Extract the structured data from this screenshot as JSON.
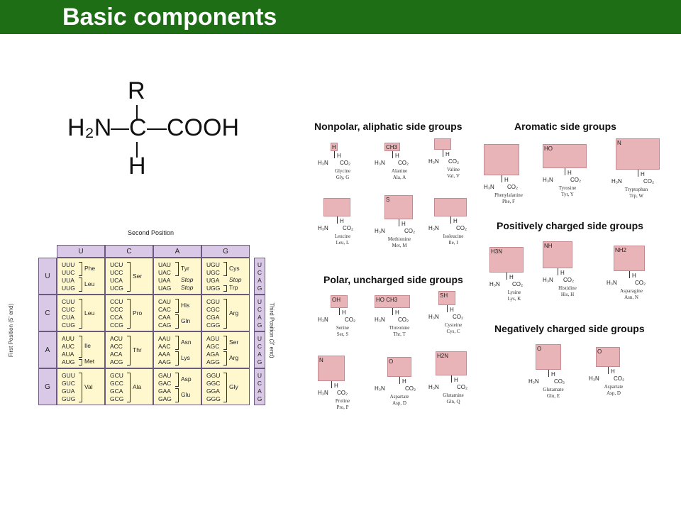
{
  "header": {
    "title": "Basic components"
  },
  "generic_structure": {
    "R": "R",
    "H2N": "H₂N",
    "C": "C",
    "COOH": "COOH",
    "H": "H"
  },
  "codon_table": {
    "second_position_label": "Second Position",
    "first_position_label": "First Position (5' end)",
    "third_position_label": "Third Position (3' end)",
    "columns": [
      "U",
      "C",
      "A",
      "G"
    ],
    "rows": [
      {
        "base": "U",
        "cells": [
          {
            "codons": [
              "UUU",
              "UUC",
              "UUA",
              "UUG"
            ],
            "aa": [
              {
                "label": "Phe",
                "span": [
                  0,
                  1
                ]
              },
              {
                "label": "Leu",
                "span": [
                  2,
                  3
                ]
              }
            ]
          },
          {
            "codons": [
              "UCU",
              "UCC",
              "UCA",
              "UCG"
            ],
            "aa": [
              {
                "label": "Ser",
                "span": [
                  0,
                  3
                ]
              }
            ]
          },
          {
            "codons": [
              "UAU",
              "UAC",
              "UAA",
              "UAG"
            ],
            "aa": [
              {
                "label": "Tyr",
                "span": [
                  0,
                  1
                ]
              },
              {
                "label": "Stop",
                "span": [
                  2,
                  2
                ]
              },
              {
                "label": "Stop",
                "span": [
                  3,
                  3
                ]
              }
            ]
          },
          {
            "codons": [
              "UGU",
              "UGC",
              "UGA",
              "UGG"
            ],
            "aa": [
              {
                "label": "Cys",
                "span": [
                  0,
                  1
                ]
              },
              {
                "label": "Stop",
                "span": [
                  2,
                  2
                ]
              },
              {
                "label": "Trp",
                "span": [
                  3,
                  3
                ]
              }
            ]
          }
        ]
      },
      {
        "base": "C",
        "cells": [
          {
            "codons": [
              "CUU",
              "CUC",
              "CUA",
              "CUG"
            ],
            "aa": [
              {
                "label": "Leu",
                "span": [
                  0,
                  3
                ]
              }
            ]
          },
          {
            "codons": [
              "CCU",
              "CCC",
              "CCA",
              "CCG"
            ],
            "aa": [
              {
                "label": "Pro",
                "span": [
                  0,
                  3
                ]
              }
            ]
          },
          {
            "codons": [
              "CAU",
              "CAC",
              "CAA",
              "CAG"
            ],
            "aa": [
              {
                "label": "His",
                "span": [
                  0,
                  1
                ]
              },
              {
                "label": "Gln",
                "span": [
                  2,
                  3
                ]
              }
            ]
          },
          {
            "codons": [
              "CGU",
              "CGC",
              "CGA",
              "CGG"
            ],
            "aa": [
              {
                "label": "Arg",
                "span": [
                  0,
                  3
                ]
              }
            ]
          }
        ]
      },
      {
        "base": "A",
        "cells": [
          {
            "codons": [
              "AUU",
              "AUC",
              "AUA",
              "AUG"
            ],
            "aa": [
              {
                "label": "Ile",
                "span": [
                  0,
                  2
                ]
              },
              {
                "label": "Met",
                "span": [
                  3,
                  3
                ]
              }
            ]
          },
          {
            "codons": [
              "ACU",
              "ACC",
              "ACA",
              "ACG"
            ],
            "aa": [
              {
                "label": "Thr",
                "span": [
                  0,
                  3
                ]
              }
            ]
          },
          {
            "codons": [
              "AAU",
              "AAC",
              "AAA",
              "AAG"
            ],
            "aa": [
              {
                "label": "Asn",
                "span": [
                  0,
                  1
                ]
              },
              {
                "label": "Lys",
                "span": [
                  2,
                  3
                ]
              }
            ]
          },
          {
            "codons": [
              "AGU",
              "AGC",
              "AGA",
              "AGG"
            ],
            "aa": [
              {
                "label": "Ser",
                "span": [
                  0,
                  1
                ]
              },
              {
                "label": "Arg",
                "span": [
                  2,
                  3
                ]
              }
            ]
          }
        ]
      },
      {
        "base": "G",
        "cells": [
          {
            "codons": [
              "GUU",
              "GUC",
              "GUA",
              "GUG"
            ],
            "aa": [
              {
                "label": "Val",
                "span": [
                  0,
                  3
                ]
              }
            ]
          },
          {
            "codons": [
              "GCU",
              "GCC",
              "GCA",
              "GCG"
            ],
            "aa": [
              {
                "label": "Ala",
                "span": [
                  0,
                  3
                ]
              }
            ]
          },
          {
            "codons": [
              "GAU",
              "GAC",
              "GAA",
              "GAG"
            ],
            "aa": [
              {
                "label": "Asp",
                "span": [
                  0,
                  1
                ]
              },
              {
                "label": "Glu",
                "span": [
                  2,
                  3
                ]
              }
            ]
          },
          {
            "codons": [
              "GGU",
              "GGC",
              "GGA",
              "GGG"
            ],
            "aa": [
              {
                "label": "Gly",
                "span": [
                  0,
                  3
                ]
              }
            ]
          }
        ]
      }
    ],
    "third_letters": [
      "U",
      "C",
      "A",
      "G"
    ]
  },
  "amino_acids": {
    "sections": {
      "nonpolar": "Nonpolar, aliphatic side groups",
      "aromatic": "Aromatic side groups",
      "positive": "Positively charged side groups",
      "polar": "Polar, uncharged side groups",
      "negative": "Negatively charged side groups"
    },
    "nonpolar": [
      {
        "name": "Glycine",
        "abbr": "Gly, G",
        "side": "H"
      },
      {
        "name": "Alanine",
        "abbr": "Ala, A",
        "side": "CH3"
      },
      {
        "name": "Valine",
        "abbr": "Val, V",
        "side": ""
      },
      {
        "name": "Leucine",
        "abbr": "Leu, L",
        "side": ""
      },
      {
        "name": "Methionine",
        "abbr": "Met, M",
        "side": "S"
      },
      {
        "name": "Isoleucine",
        "abbr": "Ile, I",
        "side": ""
      }
    ],
    "aromatic": [
      {
        "name": "Phenylalanine",
        "abbr": "Phe, F",
        "side": ""
      },
      {
        "name": "Tyrosine",
        "abbr": "Tyr, Y",
        "side": "HO"
      },
      {
        "name": "Tryptophan",
        "abbr": "Trp, W",
        "side": "N"
      }
    ],
    "positive": [
      {
        "name": "Lysine",
        "abbr": "Lys, K",
        "side": "H3N"
      },
      {
        "name": "Histidine",
        "abbr": "His, H",
        "side": "NH"
      },
      {
        "name": "Asparagine",
        "abbr": "Asn, N",
        "side": "NH2"
      }
    ],
    "polar": [
      {
        "name": "Serine",
        "abbr": "Ser, S",
        "side": "OH"
      },
      {
        "name": "Threonine",
        "abbr": "Thr, T",
        "side": "HO CH3"
      },
      {
        "name": "Cysteine",
        "abbr": "Cys, C",
        "side": "SH"
      },
      {
        "name": "Proline",
        "abbr": "Pro, P",
        "side": "N"
      },
      {
        "name": "Aspartate",
        "abbr": "Asp, D",
        "side": "O"
      },
      {
        "name": "Glutamine",
        "abbr": "Gln, Q",
        "side": "H2N"
      }
    ],
    "negative": [
      {
        "name": "Glutamate",
        "abbr": "Glu, E",
        "side": "O"
      },
      {
        "name": "Aspartate",
        "abbr": "Asp, D",
        "side": "O"
      }
    ],
    "backbone": {
      "amine": "H₃N",
      "h": "H",
      "carboxyl": "CO₂"
    }
  }
}
